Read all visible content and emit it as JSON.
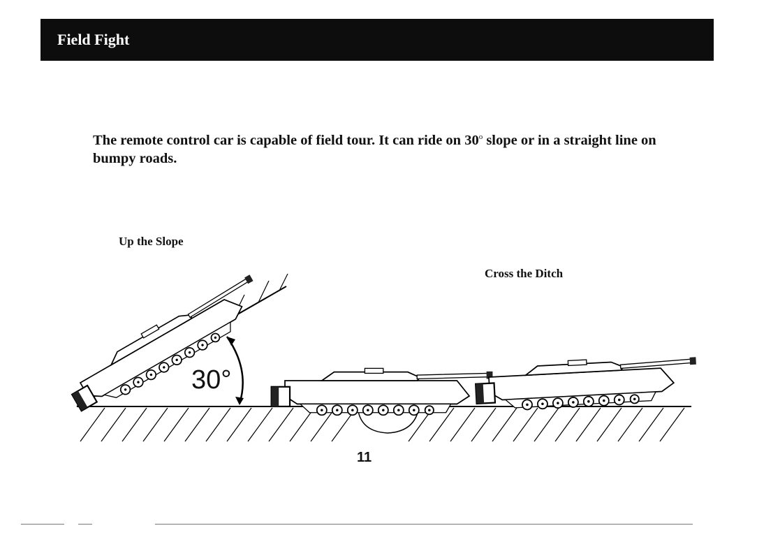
{
  "header": {
    "title": "Field Fight",
    "bar_color": "#0d0d0d"
  },
  "intro": {
    "part1": "The remote control car is capable of field tour. It can ride on 30",
    "degree_mark": "o",
    "part2": " slope or in a straight line on bumpy roads."
  },
  "illustration": {
    "captions": {
      "up_slope": "Up the Slope",
      "cross_ditch": "Cross the Ditch"
    },
    "angle_label": "30°"
  },
  "footer": {
    "page_number": "11"
  }
}
